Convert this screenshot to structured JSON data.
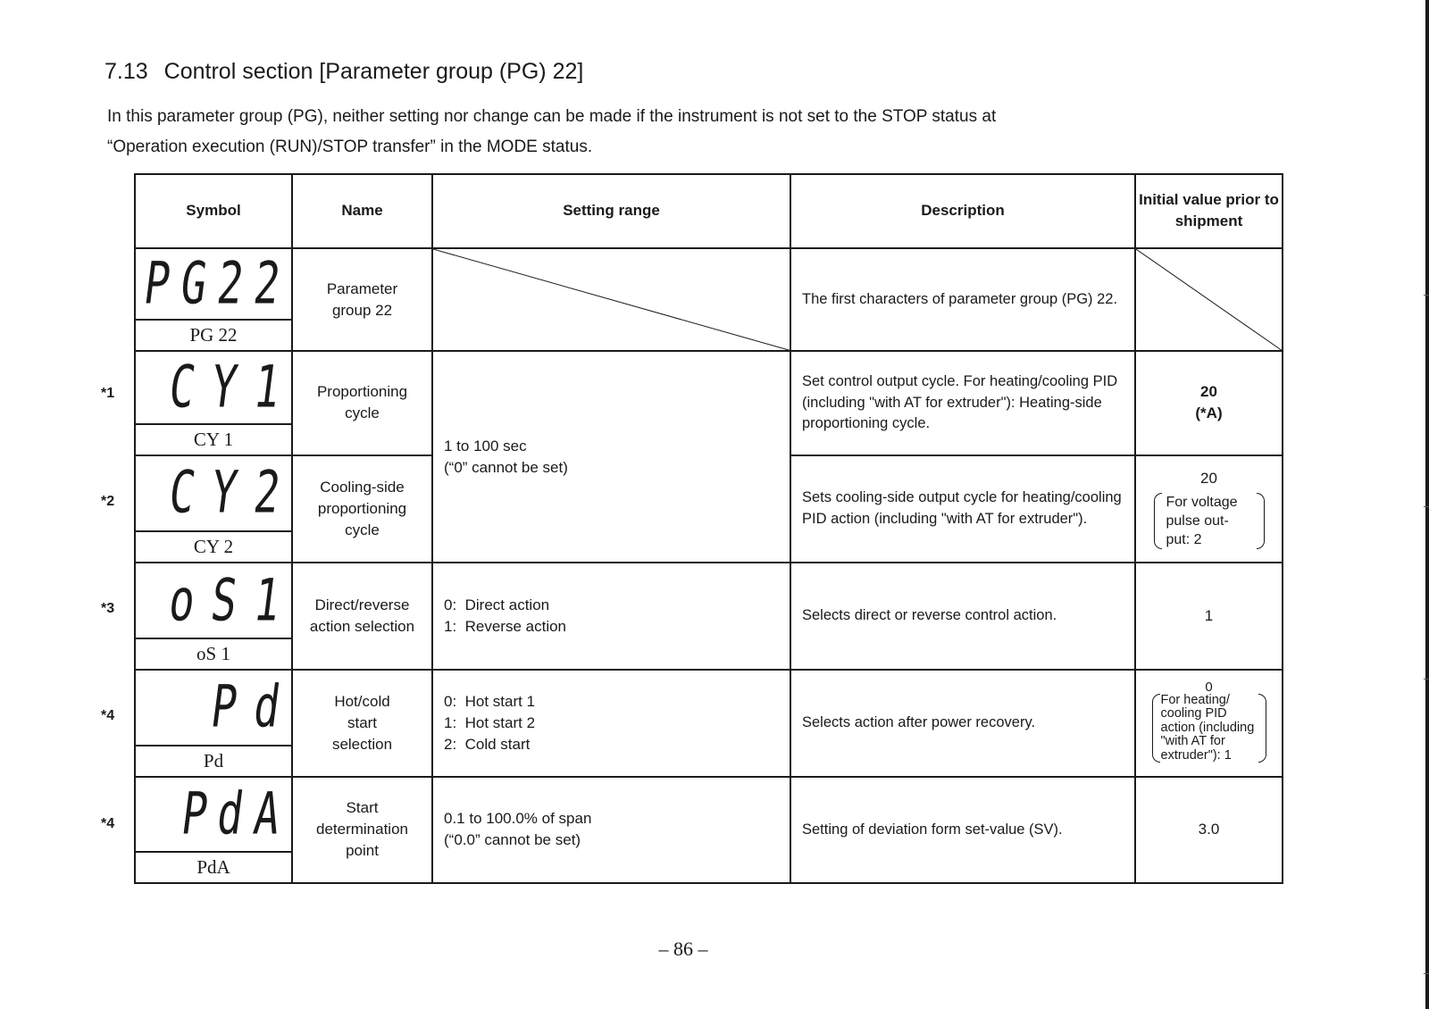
{
  "section": {
    "number": "7.13",
    "title": "Control section [Parameter group (PG) 22]"
  },
  "intro": {
    "line1": "In this parameter group (PG), neither setting nor change can be made if the instrument is not set to the STOP status at",
    "line2": "“Operation execution (RUN)/STOP transfer” in the MODE status."
  },
  "table": {
    "headers": {
      "symbol": "Symbol",
      "name": "Name",
      "setting_range": "Setting range",
      "description": "Description",
      "initial_value": "Initial value prior to shipment"
    },
    "rows": [
      {
        "footnote": "",
        "display": [
          "P",
          "G",
          "2",
          "2"
        ],
        "symbol": "PG 22",
        "name": "Parameter group 22",
        "range": "",
        "description": "The first characters of parameter group (PG) 22.",
        "initial": ""
      },
      {
        "footnote": "*1",
        "display": [
          "C",
          "Y",
          "1"
        ],
        "symbol": "CY 1",
        "name": "Proportioning cycle",
        "range_line1": "1 to 100 sec",
        "range_line2": "(“0” cannot be set)",
        "description": "Set control output cycle. For heating/cooling PID (including \"with AT for extruder\"): Heating-side proportioning cycle.",
        "initial_value": "20",
        "initial_note": "(*A)"
      },
      {
        "footnote": "*2",
        "display": [
          "C",
          "Y",
          "2"
        ],
        "symbol": "CY 2",
        "name": "Cooling-side proportioning cycle",
        "description": "Sets cooling-side output cycle for heating/cooling PID action (including \"with AT for extruder\").",
        "initial_value": "20",
        "initial_note": "For voltage pulse out- put: 2"
      },
      {
        "footnote": "*3",
        "display": [
          "o",
          "S",
          "1"
        ],
        "symbol": "oS 1",
        "name": "Direct/reverse action selection",
        "range_line1": "0:  Direct action",
        "range_line2": "1:  Reverse action",
        "description": "Selects direct or reverse control action.",
        "initial_value": "1"
      },
      {
        "footnote": "*4",
        "display": [
          "P",
          "d"
        ],
        "symbol": "Pd",
        "name": "Hot/cold start selection",
        "range_line1": "0:  Hot start 1",
        "range_line2": "1:  Hot start 2",
        "range_line3": "2:  Cold start",
        "description": "Selects action after power recovery.",
        "initial_value": "0",
        "initial_note": "For heating/ cooling PID action (including \"with AT for extruder\"): 1"
      },
      {
        "footnote": "*4",
        "display": [
          "P",
          "d",
          "A"
        ],
        "symbol": "PdA",
        "name": "Start determination point",
        "range_line1": "0.1 to 100.0% of span",
        "range_line2": "(“0.0” cannot be set)",
        "description": "Setting of deviation form set-value (SV).",
        "initial_value": "3.0"
      }
    ]
  },
  "page_number": "– 86 –"
}
